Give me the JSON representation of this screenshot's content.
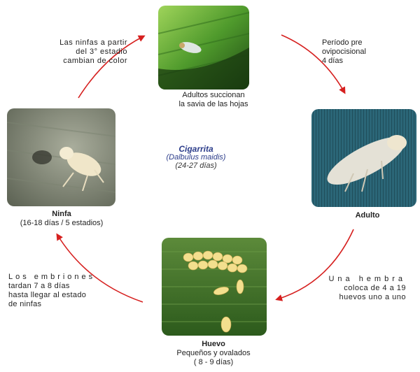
{
  "center": {
    "title": "Cigarrita",
    "species": "(Dalbulus maidis)",
    "duration": "(24-27 días)"
  },
  "stages": {
    "adult_top_caption": [
      "Adultos succionan",
      "la savia de las hojas"
    ],
    "adult_right": {
      "name": "Adulto"
    },
    "egg": {
      "name": "Huevo",
      "desc": "Pequeños y ovalados",
      "duration": "( 8 - 9 días)"
    },
    "nymph": {
      "name": "Ninfa",
      "duration": "(16-18 días / 5 estadios)"
    }
  },
  "transitions": {
    "top_left": [
      "Las ninfas a partir",
      "del 3° estadio",
      "cambian de color"
    ],
    "top_right": [
      "Período pre",
      "ovipocisional",
      "4 días"
    ],
    "bottom_right": [
      "Una hembra",
      "coloca de 4 a 19",
      "huevos uno a uno"
    ],
    "bottom_left": [
      "Los embriones",
      "tardan 7 a 8 días",
      "hasta llegar al estado",
      "de ninfas"
    ]
  },
  "colors": {
    "arrow": "#d6201f",
    "center_text": "#2b3c8a"
  }
}
